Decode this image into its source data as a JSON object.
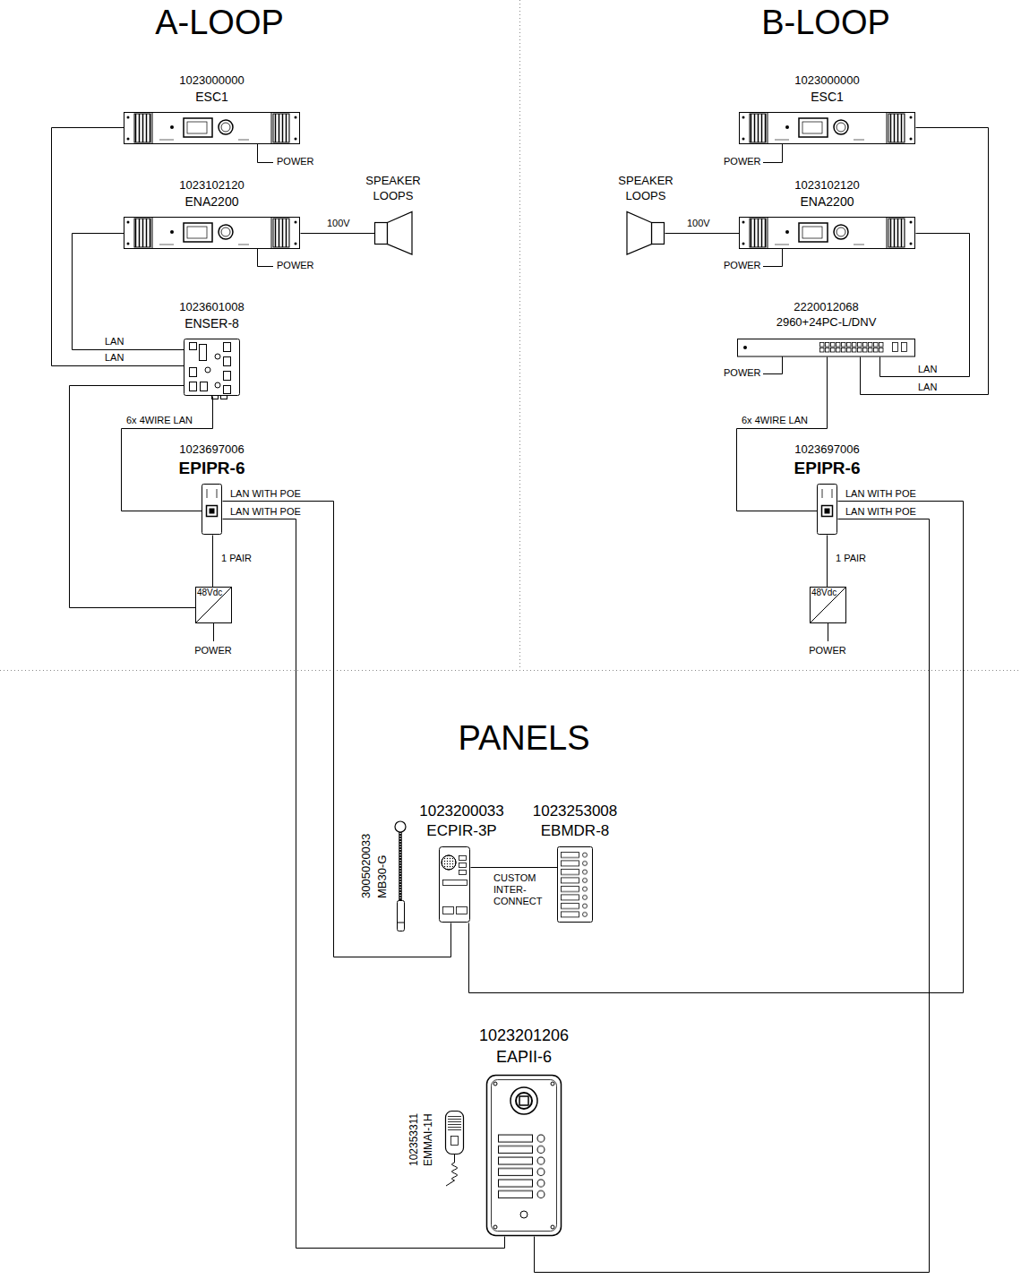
{
  "diagram": {
    "nodes": [
      {
        "text": [
          "1023000000",
          "ESC1"
        ]
      },
      {
        "text": [
          "1023102120",
          "ENA2200"
        ]
      },
      {
        "text": [
          "SPEAKER LOOPS"
        ]
      },
      {
        "text": [
          "1023601008",
          "ENSER-8"
        ]
      },
      {
        "text": [
          "1023697006",
          "EPIPR-6"
        ]
      },
      {
        "text": [
          "48Vdc"
        ]
      },
      {
        "text": [
          "1023000000",
          "ESC1"
        ]
      },
      {
        "text": [
          "SPEAKER LOOPS"
        ]
      },
      {
        "text": [
          "1023102120",
          "ENA2200"
        ]
      },
      {
        "text": [
          "2220012068",
          "2960+24PC-L/DNV"
        ]
      },
      {
        "text": [
          "1023697006",
          "EPIPR-6"
        ]
      },
      {
        "text": [
          "48Vdc"
        ]
      },
      {
        "text": [
          "3005020033",
          "MB30-G"
        ]
      },
      {
        "text": [
          "1023200033",
          "ECPIR-3P"
        ]
      },
      {
        "text": [
          "1023253008",
          "EBMDR-8"
        ]
      },
      {
        "text": [
          "1023201206",
          "EAPII-6"
        ]
      },
      {
        "text": [
          "102353311",
          "EMMAI-1H"
        ]
      }
    ],
    "edges": [
      {
        "from": 1,
        "to": 3,
        "label": "LAN",
        "arrow": "none"
      },
      {
        "from": 0,
        "to": 3,
        "label": "LAN",
        "arrow": "none"
      },
      {
        "from": 1,
        "to": 2,
        "label": "100V",
        "arrow": "none"
      },
      {
        "from": 3,
        "to": 4,
        "label": "6x 4WIRE LAN",
        "arrow": "none"
      },
      {
        "from": 3,
        "to": 5,
        "arrow": "none"
      },
      {
        "from": 4,
        "to": 5,
        "label": "1 PAIR",
        "arrow": "none"
      },
      {
        "from": 4,
        "to": 13,
        "label": "LAN WITH POE",
        "arrow": "none"
      },
      {
        "from": 4,
        "to": 15,
        "label": "LAN WITH POE",
        "arrow": "none"
      },
      {
        "from": 6,
        "to": 9,
        "label": "LAN",
        "arrow": "none"
      },
      {
        "from": 8,
        "to": 9,
        "label": "LAN",
        "arrow": "none"
      },
      {
        "from": 8,
        "to": 7,
        "label": "100V",
        "arrow": "none"
      },
      {
        "from": 9,
        "to": 10,
        "label": "6x 4WIRE LAN",
        "arrow": "none"
      },
      {
        "from": 10,
        "to": 11,
        "label": "1 PAIR",
        "arrow": "none"
      },
      {
        "from": 10,
        "to": 13,
        "label": "LAN WITH POE",
        "arrow": "none"
      },
      {
        "from": 10,
        "to": 15,
        "label": "LAN WITH POE",
        "arrow": "none"
      },
      {
        "from": 13,
        "to": 14,
        "label": "CUSTOM INTER-CONNECT",
        "arrow": "none"
      }
    ],
    "labels": [
      "A-LOOP",
      "B-LOOP",
      "PANELS",
      "POWER",
      "POWER",
      "POWER",
      "POWER",
      "POWER",
      "POWER",
      "POWER"
    ]
  }
}
